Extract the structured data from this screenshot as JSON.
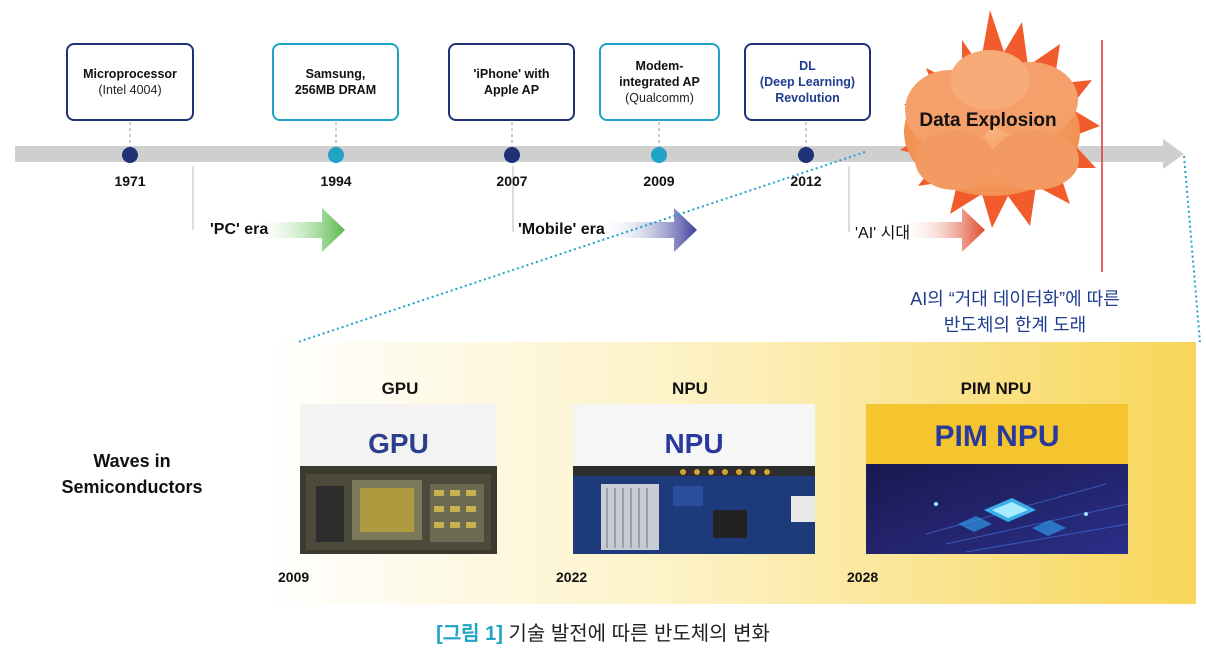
{
  "timeline": {
    "milestones": [
      {
        "title": "Microprocessor",
        "sub": "(Intel 4004)",
        "year": "1971"
      },
      {
        "title": "Samsung,\n256MB DRAM",
        "sub": "",
        "year": "1994"
      },
      {
        "title": "'iPhone' with\nApple AP",
        "sub": "",
        "year": "2007"
      },
      {
        "title": "Modem-\nintegrated AP",
        "sub": "(Qualcomm)",
        "year": "2009"
      },
      {
        "title": "DL\n(Deep Learning)\nRevolution",
        "sub": "",
        "year": "2012"
      }
    ],
    "explosion_label": "Data Explosion"
  },
  "eras": {
    "pc": "'PC' era",
    "mobile": "'Mobile' era",
    "ai": "'AI' 시대"
  },
  "limit_note": {
    "line1": "AI의 “거대 데이터화”에 따른",
    "line2": "반도체의 한계 도래"
  },
  "waves": {
    "label_line1": "Waves in",
    "label_line2": "Semiconductors",
    "items": [
      {
        "title": "GPU",
        "image_text": "GPU",
        "year": "2009"
      },
      {
        "title": "NPU",
        "image_text": "NPU",
        "year": "2022"
      },
      {
        "title": "PIM NPU",
        "image_text": "PIM NPU",
        "year": "2028"
      }
    ]
  },
  "caption": {
    "tag": "[그림 1]",
    "text": "기술 발전에 따른 반도체의 변화"
  },
  "colors": {
    "navy": "#1f3276",
    "cyan": "#1fa3c6",
    "pc_arrow": "#56b947",
    "mobile_arrow": "#3b3f9a",
    "ai_arrow": "#e0462a",
    "explosion": "#f5a06a",
    "limit_text": "#1f3c8f",
    "panel": "#f8d65a"
  }
}
